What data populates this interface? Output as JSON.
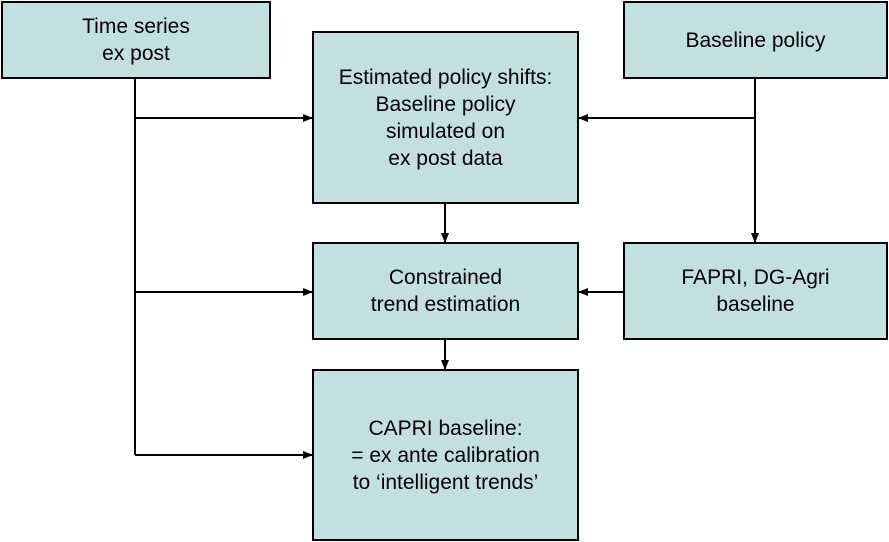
{
  "diagram": {
    "nodes": {
      "time_series": {
        "lines": [
          "Time series",
          "ex post"
        ]
      },
      "baseline_policy": {
        "lines": [
          "Baseline policy"
        ]
      },
      "estimated_policy_shifts": {
        "lines": [
          "Estimated policy shifts:",
          "Baseline policy",
          "simulated on",
          "ex post data"
        ]
      },
      "constrained_trend": {
        "lines": [
          "Constrained",
          "trend estimation"
        ]
      },
      "fapri_dgagri": {
        "lines": [
          "FAPRI, DG-Agri",
          "baseline"
        ]
      },
      "capri_baseline": {
        "lines": [
          "CAPRI baseline:",
          "= ex ante calibration",
          "to ‘intelligent trends’"
        ]
      }
    },
    "edges": [
      {
        "from": "time_series",
        "to": "estimated_policy_shifts"
      },
      {
        "from": "time_series",
        "to": "constrained_trend"
      },
      {
        "from": "time_series",
        "to": "capri_baseline"
      },
      {
        "from": "baseline_policy",
        "to": "estimated_policy_shifts"
      },
      {
        "from": "baseline_policy",
        "to": "fapri_dgagri"
      },
      {
        "from": "estimated_policy_shifts",
        "to": "constrained_trend"
      },
      {
        "from": "fapri_dgagri",
        "to": "constrained_trend"
      },
      {
        "from": "constrained_trend",
        "to": "capri_baseline"
      }
    ],
    "colors": {
      "box_fill": "#c2e0e0",
      "border": "#000000",
      "text": "#000000"
    }
  }
}
